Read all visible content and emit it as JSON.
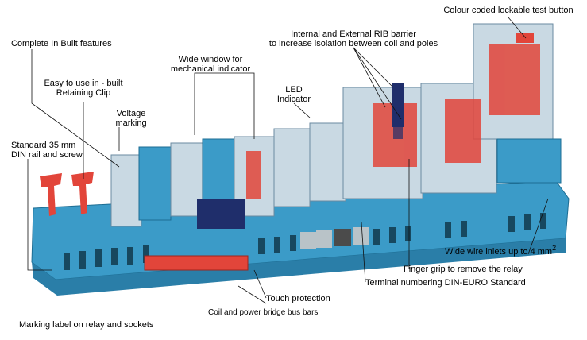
{
  "callouts": {
    "colour_coded_button": "Colour coded lockable test button",
    "complete_built_in": "Complete In Built features",
    "rib_barrier_line1": "Internal and External RIB barrier",
    "rib_barrier_line2": "to increase isolation between coil and poles",
    "wide_window_line1": "Wide window for",
    "wide_window_line2": "mechanical indicator",
    "retaining_clip_line1": "Easy to use in - built",
    "retaining_clip_line2": "Retaining Clip",
    "led_line1": "LED",
    "led_line2": "Indicator",
    "voltage_line1": "Voltage",
    "voltage_line2": "marking",
    "din_rail_line1": "Standard 35 mm",
    "din_rail_line2": "DIN rail and screw",
    "wide_wire_inlets": "Wide wire inlets up to 4 mm",
    "wide_wire_sup": "2",
    "finger_grip": "Finger grip to remove the relay",
    "terminal_numbering": "Terminal numbering DIN-EURO Standard",
    "touch_protection": "Touch protection",
    "bus_bars": "Coil and power bridge bus bars",
    "marking_label": "Marking label on relay and sockets"
  },
  "colors": {
    "socket_blue": "#3b9bc8",
    "relay_clear": "#c9d9e3",
    "test_button_red": "#e2453a",
    "bus_bar_navy": "#1f2e6b"
  }
}
